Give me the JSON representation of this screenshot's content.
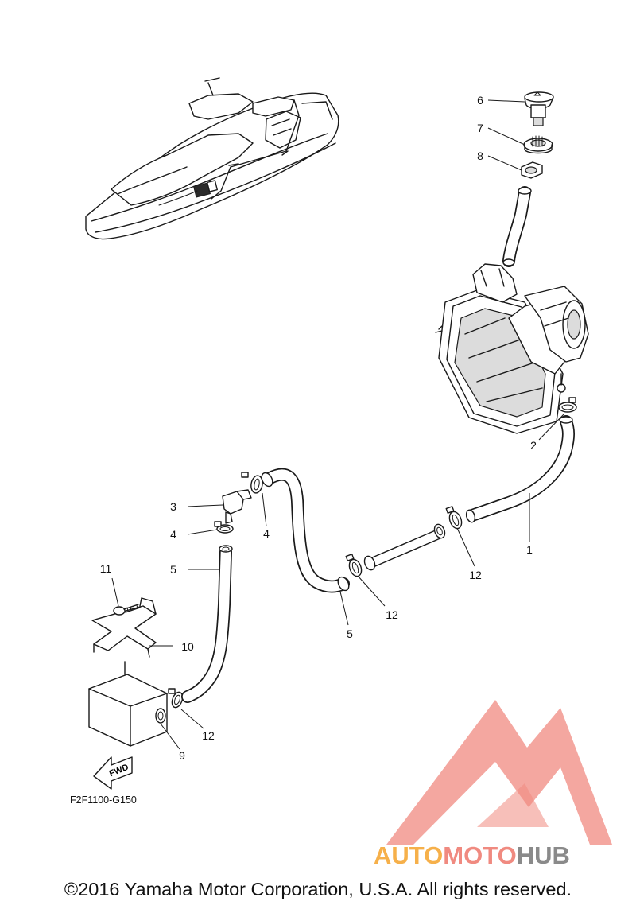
{
  "diagram": {
    "code": "F2F1100-G150",
    "fwd_label": "FWD",
    "copyright": "©2016 Yamaha Motor Corporation, U.S.A. All rights reserved.",
    "watermark": {
      "left": "AUTO",
      "middle": "MOTO",
      "right": "HUB"
    },
    "callouts": {
      "c1": "1",
      "c2": "2",
      "c3": "3",
      "c4a": "4",
      "c4b": "4",
      "c5a": "5",
      "c5b": "5",
      "c6": "6",
      "c7": "7",
      "c8": "8",
      "c9": "9",
      "c10": "10",
      "c11": "11",
      "c12a": "12",
      "c12b": "12",
      "c12c": "12"
    }
  },
  "colors": {
    "watermark_red": "#f08a80",
    "watermark_orange": "#f6b04a",
    "watermark_grey": "#8a8a8a"
  }
}
